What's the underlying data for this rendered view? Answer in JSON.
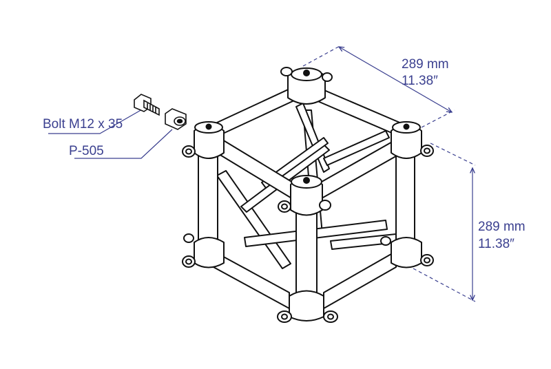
{
  "labels": {
    "width_mm": "289 mm",
    "width_in": "11.38″",
    "height_mm": "289 mm",
    "height_in": "11.38″",
    "bolt": "Bolt M12 x 35",
    "part": "P-505"
  },
  "colors": {
    "annotation": "#3a3f8f",
    "line_art": "#111111",
    "background": "#ffffff"
  }
}
